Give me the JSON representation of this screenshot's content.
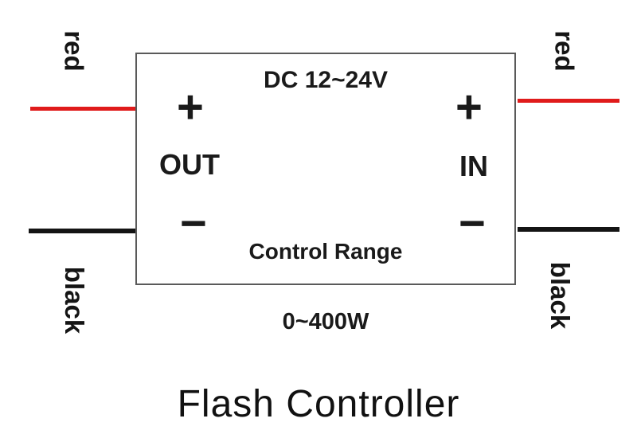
{
  "diagram": {
    "box": {
      "voltage": "DC 12~24V",
      "out": "OUT",
      "in": "IN",
      "plus": "+",
      "minus": "−",
      "control_range": "Control Range"
    },
    "power_range": "0~400W",
    "title": "Flash Controller",
    "wire_labels": {
      "red": "red",
      "black": "black"
    },
    "colors": {
      "red_wire": "#e01b1b",
      "black_wire": "#141414"
    }
  }
}
